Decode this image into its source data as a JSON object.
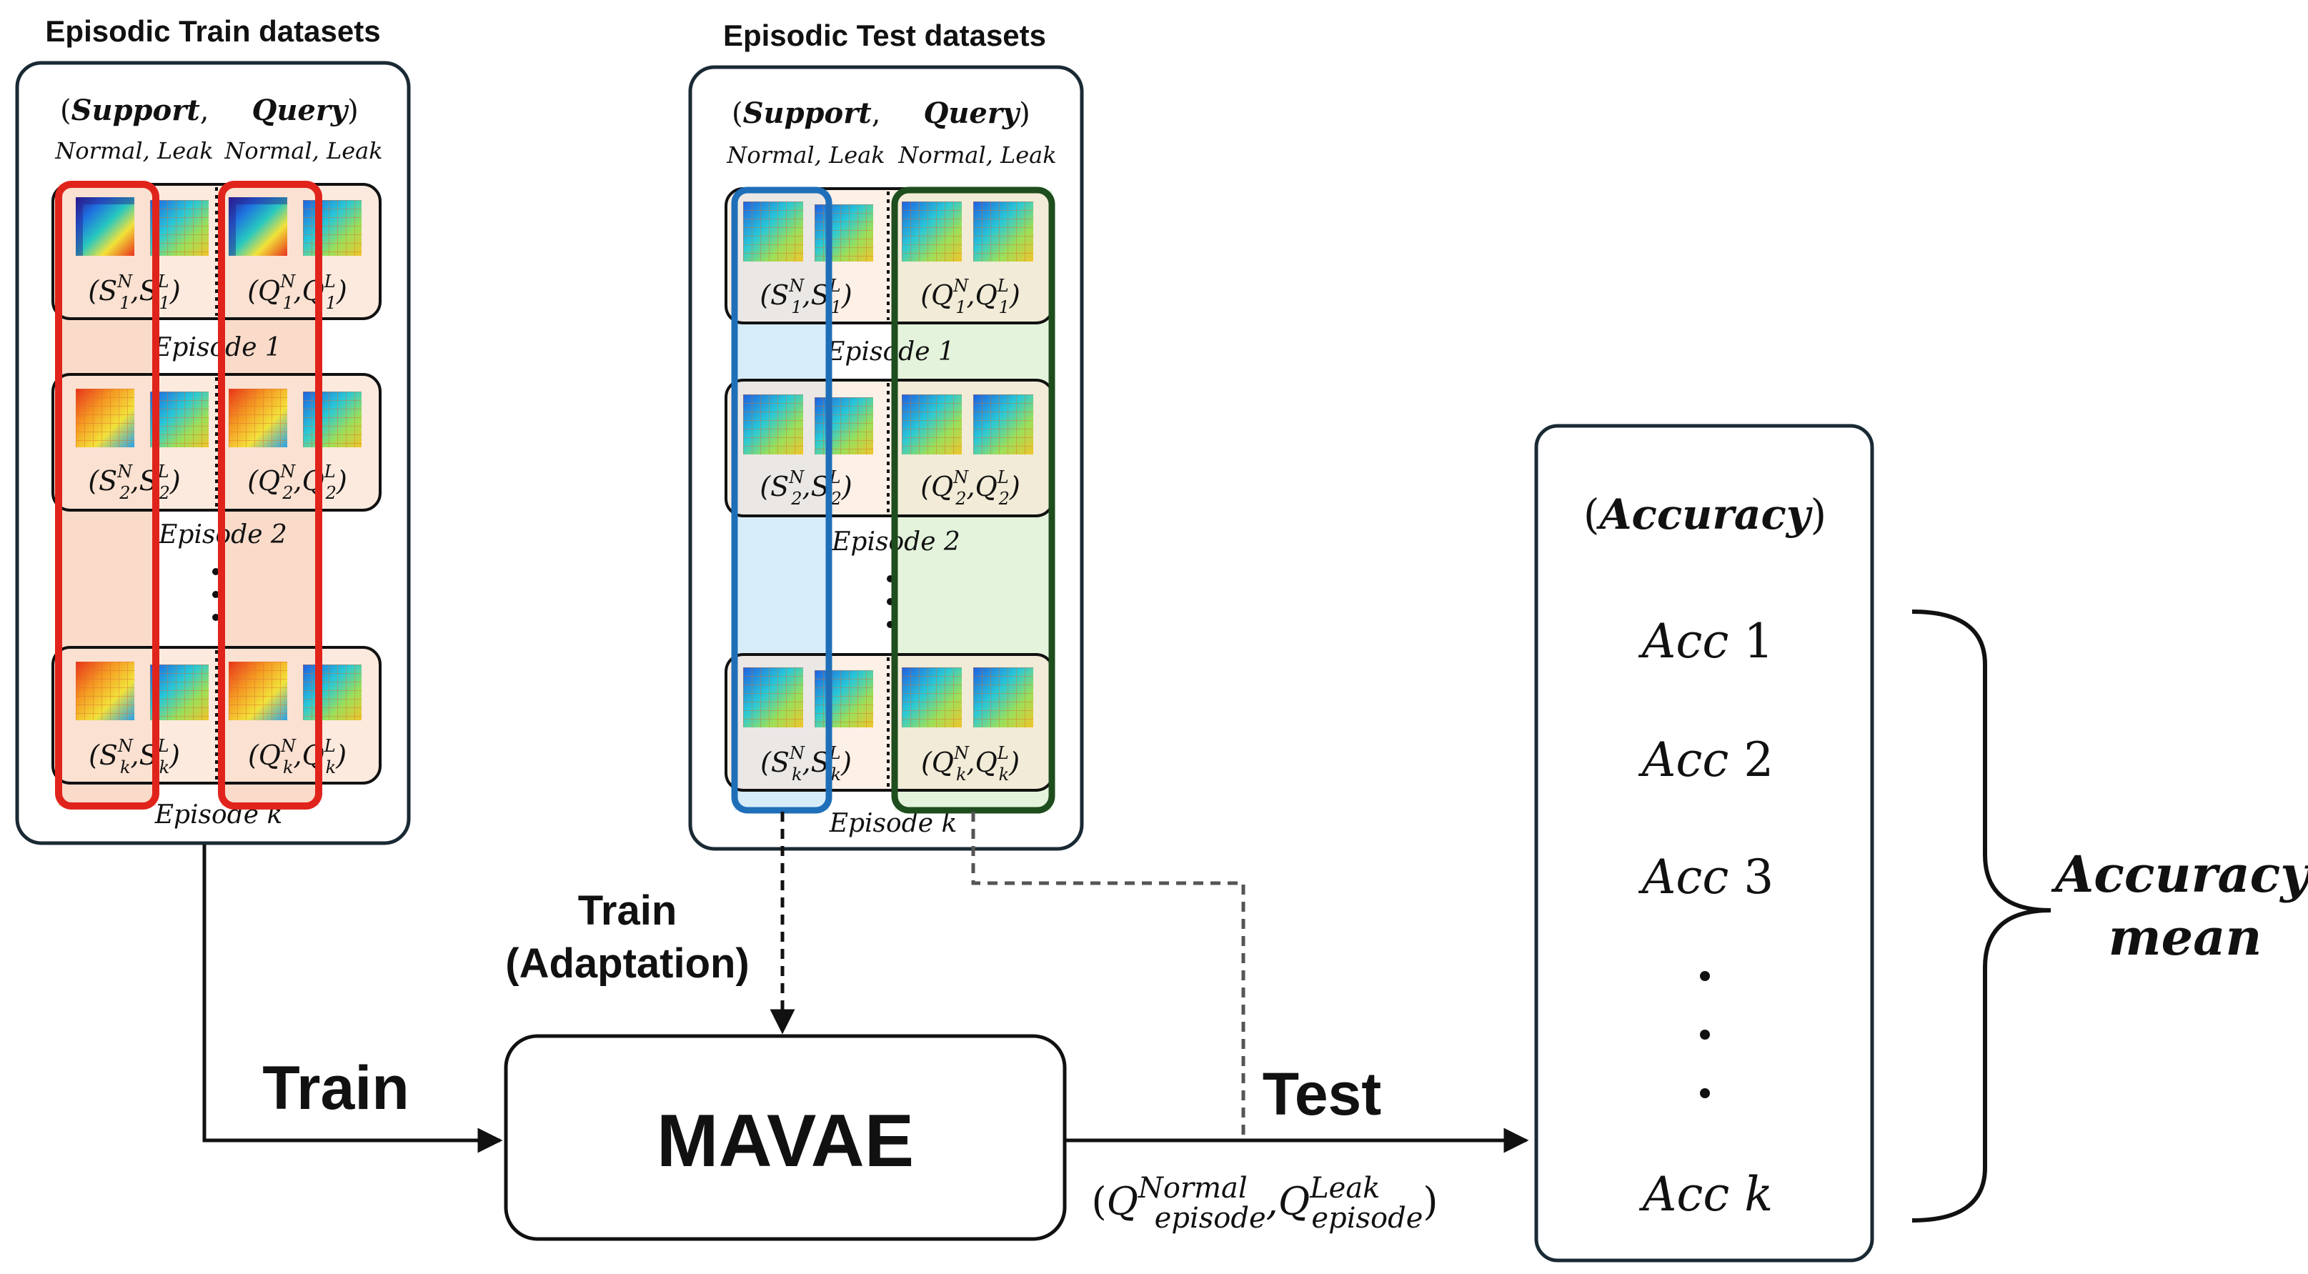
{
  "colors": {
    "train_highlight": "#e0241c",
    "support_highlight": "#1e6fb8",
    "query_highlight": "#1e4d1e",
    "panel_border": "#1a2a34",
    "episode_fill": "#fbe3d3",
    "support_fill": "#d7ecf9",
    "query_fill": "#e4f4dc"
  },
  "train_panel": {
    "title": "Episodic Train datasets",
    "header": {
      "open": "(",
      "support": "Support",
      "sep": ",",
      "query": "Query",
      "close": ")"
    },
    "subheader_left": "Normal, Leak",
    "subheader_right": "Normal, Leak",
    "episodes": [
      {
        "support": {
          "a": "S",
          "a_sup": "N",
          "a_sub": "1",
          "b": "S",
          "b_sup": "L",
          "b_sub": "1"
        },
        "query": {
          "a": "Q",
          "a_sup": "N",
          "a_sub": "1",
          "b": "Q",
          "b_sup": "L",
          "b_sub": "1"
        },
        "label": "Episode 1"
      },
      {
        "support": {
          "a": "S",
          "a_sup": "N",
          "a_sub": "2",
          "b": "S",
          "b_sup": "L",
          "b_sub": "2"
        },
        "query": {
          "a": "Q",
          "a_sup": "N",
          "a_sub": "2",
          "b": "Q",
          "b_sup": "L",
          "b_sub": "2"
        },
        "label": "Episode 2"
      },
      {
        "support": {
          "a": "S",
          "a_sup": "N",
          "a_sub": "k",
          "b": "S",
          "b_sup": "L",
          "b_sub": "k"
        },
        "query": {
          "a": "Q",
          "a_sup": "N",
          "a_sub": "k",
          "b": "Q",
          "b_sup": "L",
          "b_sub": "k"
        },
        "label": "Episode k"
      }
    ]
  },
  "test_panel": {
    "title": "Episodic Test datasets",
    "header": {
      "open": "(",
      "support": "Support",
      "sep": ",",
      "query": "Query",
      "close": ")"
    },
    "subheader_left": "Normal, Leak",
    "subheader_right": "Normal, Leak",
    "episodes": [
      {
        "support": {
          "a": "S",
          "a_sup": "N",
          "a_sub": "1",
          "b": "S",
          "b_sup": "L",
          "b_sub": "1"
        },
        "query": {
          "a": "Q",
          "a_sup": "N",
          "a_sub": "1",
          "b": "Q",
          "b_sup": "L",
          "b_sub": "1"
        },
        "label": "Episode 1"
      },
      {
        "support": {
          "a": "S",
          "a_sup": "N",
          "a_sub": "2",
          "b": "S",
          "b_sup": "L",
          "b_sub": "2"
        },
        "query": {
          "a": "Q",
          "a_sup": "N",
          "a_sub": "2",
          "b": "Q",
          "b_sup": "L",
          "b_sub": "2"
        },
        "label": "Episode 2"
      },
      {
        "support": {
          "a": "S",
          "a_sup": "N",
          "a_sub": "k",
          "b": "S",
          "b_sup": "L",
          "b_sub": "k"
        },
        "query": {
          "a": "Q",
          "a_sup": "N",
          "a_sub": "k",
          "b": "Q",
          "b_sup": "L",
          "b_sub": "k"
        },
        "label": "Episode k"
      }
    ]
  },
  "model": {
    "name": "MAVAE"
  },
  "labels": {
    "train": "Train",
    "adapt_line1": "Train",
    "adapt_line2": "(Adaptation)",
    "test": "Test"
  },
  "test_input": {
    "open": "(",
    "a": "Q",
    "a_sup": "Normal",
    "a_sub": "episode",
    "sep": ",",
    "b": "Q",
    "b_sup": "Leak",
    "b_sub": "episode",
    "close": ")"
  },
  "accuracy_panel": {
    "header_open": "(",
    "header": "Accuracy",
    "header_close": ")",
    "items": [
      {
        "name": "Acc",
        "index": "1"
      },
      {
        "name": "Acc",
        "index": "2"
      },
      {
        "name": "Acc",
        "index": "3"
      },
      {
        "name": "Acc",
        "index": "k"
      }
    ]
  },
  "summary": {
    "line1": "Accuracy",
    "line2": "mean"
  }
}
